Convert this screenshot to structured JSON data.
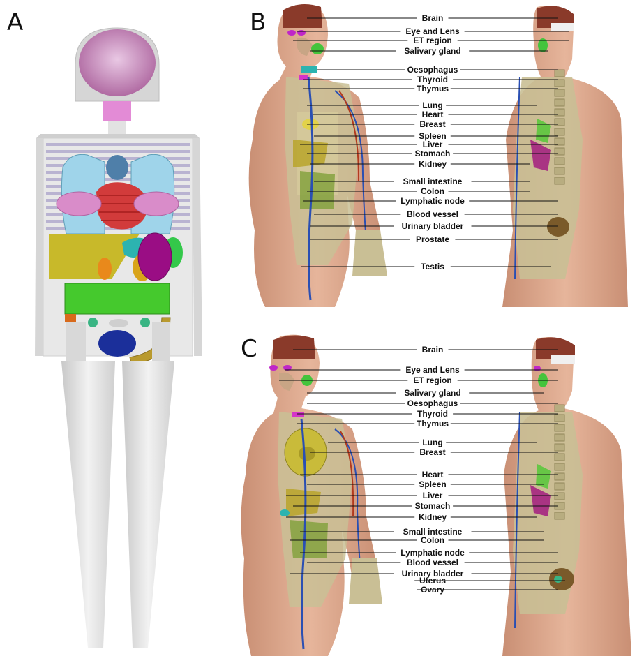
{
  "figure": {
    "panel_letters": [
      "A",
      "B",
      "C"
    ],
    "panel_b_labels": [
      "Brain",
      "Eye and Lens",
      "ET region",
      "Salivary gland",
      "Oesophagus",
      "Thyroid",
      "Thymus",
      "Lung",
      "Heart",
      "Breast",
      "Spleen",
      "Liver",
      "Stomach",
      "Kidney",
      "Small intestine",
      "Colon",
      "Lymphatic node",
      "Blood vessel",
      "Urinary bladder",
      "Prostate",
      "Testis"
    ],
    "panel_c_labels": [
      "Brain",
      "Eye and Lens",
      "ET region",
      "Salivary gland",
      "Oesophagus",
      "Thyroid",
      "Thymus",
      "Lung",
      "Breast",
      "Heart",
      "Spleen",
      "Liver",
      "Stomach",
      "Kidney",
      "Small intestine",
      "Colon",
      "Lymphatic node",
      "Blood vessel",
      "Urinary bladder",
      "Uterus",
      "Ovary"
    ]
  },
  "colors": {
    "skin": "#d9a58a",
    "skeleton": "#c9bf95",
    "brain": "#8a3a2a",
    "lung": "#a9d8ec",
    "heart": "#d23b3b",
    "liver": "#c8b92a",
    "intestine": "#4ec832",
    "bladder": "#1b2f9a",
    "stomach_magenta": "#a0117e"
  }
}
